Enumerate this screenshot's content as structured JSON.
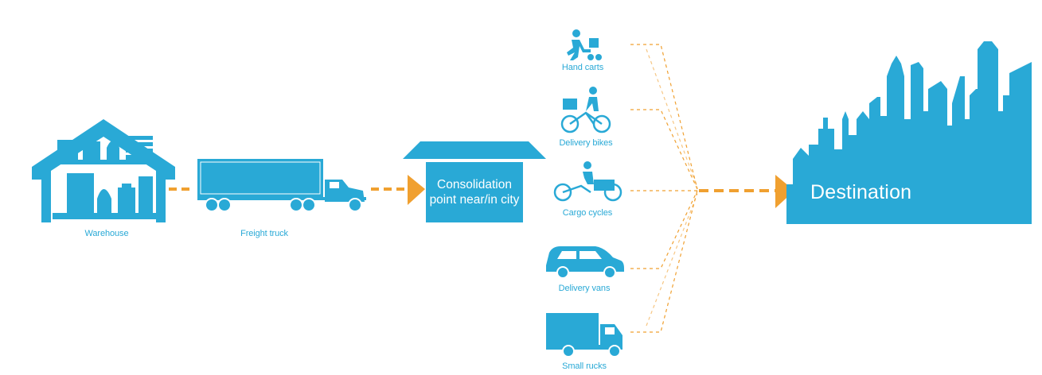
{
  "colors": {
    "blue": "#29a9d6",
    "orange": "#f0a030"
  },
  "nodes": {
    "warehouse": "Warehouse",
    "freight_truck": "Freight truck",
    "consolidation_point": "Consolidation point near/in city",
    "destination": "Destination"
  },
  "modes": [
    {
      "label": "Hand carts",
      "icon": "hand-cart-icon"
    },
    {
      "label": "Delivery bikes",
      "icon": "delivery-bike-icon"
    },
    {
      "label": "Cargo cycles",
      "icon": "cargo-cycle-icon"
    },
    {
      "label": "Delivery vans",
      "icon": "delivery-van-icon"
    },
    {
      "label": "Small rucks",
      "icon": "small-truck-icon"
    }
  ]
}
